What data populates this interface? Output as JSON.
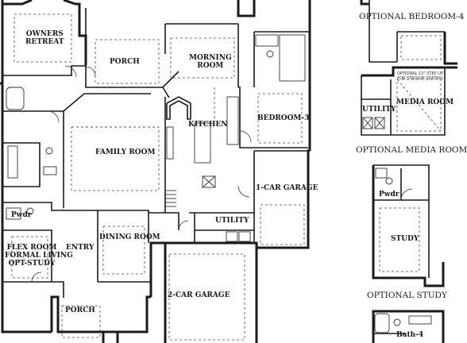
{
  "main_plan": {
    "rooms": {
      "owners_retreat_line1": "OWNERS",
      "owners_retreat_line2": "RETREAT",
      "porch_rear": "PORCH",
      "morning_room_line1": "MORNING",
      "morning_room_line2": "ROOM",
      "kitchen": "KITCHEN",
      "bedroom_3": "BEDROOM-3",
      "family_room": "FAMILY ROOM",
      "garage_1car": "1-CAR GARAGE",
      "utility": "UTILITY",
      "powder": "Pwdr",
      "flex_line1": "FLEX ROOM",
      "flex_line2": "FORMAL LIVING",
      "flex_line3": "OPT-STUDY",
      "entry": "ENTRY",
      "dining_room": "DINING ROOM",
      "garage_2car": "2-CAR GARAGE",
      "porch_front": "PORCH"
    }
  },
  "options": {
    "bedroom4": {
      "caption": "OPTIONAL BEDROOM-4"
    },
    "media": {
      "caption": "OPTIONAL MEDIA ROOM",
      "utility": "UTILITY",
      "media_room": "MEDIA ROOM",
      "note_line1": "OPTIONAL 12\" STEP UP",
      "note_line2": "FOR STADIUM SEATING"
    },
    "study": {
      "caption": "OPTIONAL STUDY",
      "powder": "Pwdr",
      "study": "STUDY"
    },
    "bath4": {
      "label": "Bath-4"
    }
  }
}
